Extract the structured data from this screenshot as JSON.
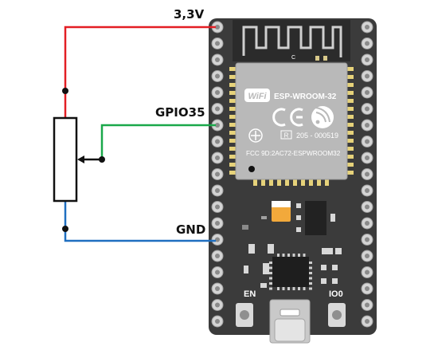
{
  "labels": {
    "vcc": "3,3V",
    "signal": "GPIO35",
    "ground": "GND"
  },
  "module": {
    "brand_logo": "WiFi",
    "model": "ESP-WROOM-32",
    "cert_number": "205 - 000519",
    "fcc_id": "FCC 9D:2AC72-ESPWROOM32",
    "r_mark": "R",
    "antenna_mark": "C"
  },
  "board": {
    "en_label": "EN",
    "io0_label": "IO0"
  },
  "colors": {
    "vcc_wire": "#e31e24",
    "signal_wire": "#1aa84a",
    "gnd_wire": "#1f6fc0",
    "board": "#3b3b3b",
    "module_shield": "#b9b9b9"
  }
}
